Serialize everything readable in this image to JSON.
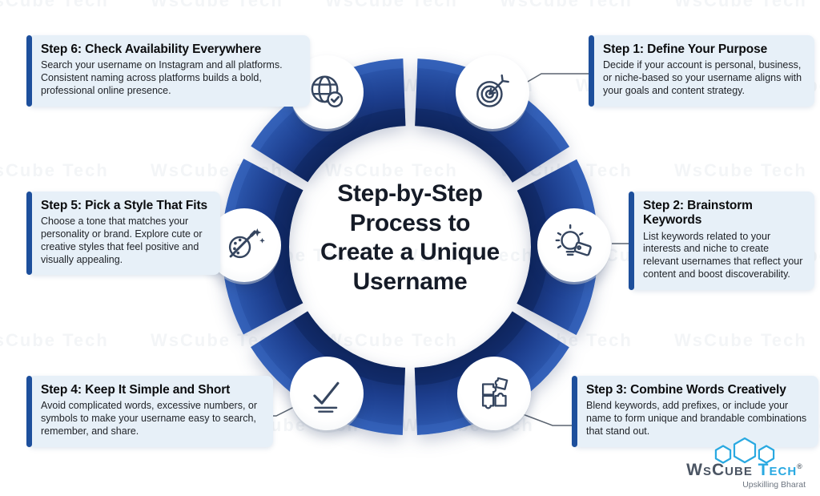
{
  "title": "Step-by-Step Process to Create a Unique Username",
  "title_lines": [
    "Step-by-Step",
    "Process to",
    "Create a Unique",
    "Username"
  ],
  "steps": [
    {
      "title": "Step 1: Define Your Purpose",
      "body": "Decide if your account is personal, business, or niche-based so your username aligns with your goals and content strategy.",
      "icon": "target-icon"
    },
    {
      "title": "Step 2: Brainstorm Keywords",
      "body": "List keywords related to your interests and niche to create relevant usernames that reflect your content and boost discoverability.",
      "icon": "lightbulb-tag-icon"
    },
    {
      "title": "Step 3: Combine Words Creatively",
      "body": "Blend keywords, add prefixes, or include your name to form unique and brandable combinations that stand out.",
      "icon": "puzzle-icon"
    },
    {
      "title": "Step 4: Keep It Simple and Short",
      "body": "Avoid complicated words, excessive numbers, or symbols to make your username easy to search, remember, and share.",
      "icon": "checkmark-icon"
    },
    {
      "title": "Step 5: Pick a Style That Fits",
      "body": "Choose a tone that matches your personality or brand. Explore cute or creative styles that feel positive and visually appealing.",
      "icon": "palette-icon"
    },
    {
      "title": "Step 6: Check Availability Everywhere",
      "body": "Search your username on Instagram and all platforms. Consistent naming across platforms builds a bold, professional online presence.",
      "icon": "globe-check-icon"
    }
  ],
  "logo": {
    "brand_ws": "WsCube ",
    "brand_tech": "Tech",
    "registered": "®",
    "tagline": "Upskilling Bharat"
  },
  "watermark": {
    "text": "WsCube Tech"
  },
  "colors": {
    "ring_outer": "#2f5cb4",
    "ring_inner": "#10265e",
    "card_bg": "#e7f0f8",
    "card_bar": "#1d4f9c",
    "logo_blue": "#29a9e1",
    "icon_stroke": "#35455f"
  }
}
